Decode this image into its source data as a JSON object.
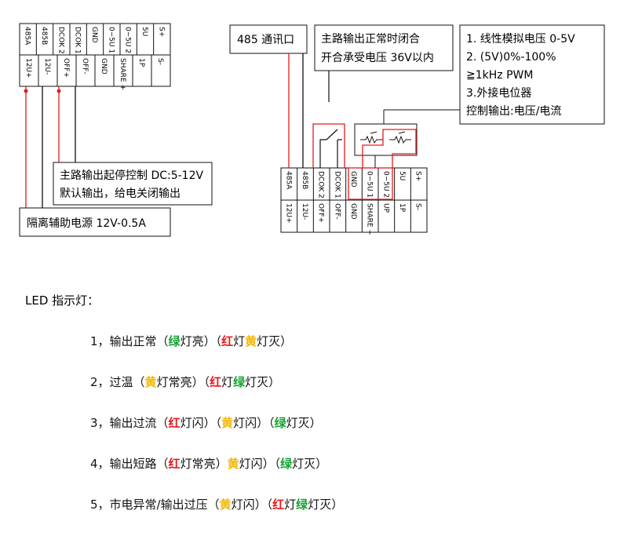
{
  "left_terminal": {
    "top": [
      "485A",
      "485B",
      "DCOK 2",
      "DCOK 1",
      "GND",
      "0~5U 1",
      "0~5U 2",
      "5U",
      "S+"
    ],
    "bottom": [
      "12U+",
      "12U-",
      "OFF+",
      "OFF-",
      "GND",
      "SHARE +",
      "1P",
      "S-"
    ]
  },
  "right_terminal": {
    "top": [
      "485A",
      "485B",
      "DCOK 2",
      "DCOK 1",
      "GND",
      "0~5U 1",
      "0~5U 2",
      "5U",
      "S+"
    ],
    "bottom": [
      "12U+",
      "12U-",
      "OFF+",
      "OFF-",
      "GND",
      "SHARE +",
      "UP",
      "1P",
      "S-"
    ]
  },
  "callouts": {
    "startstop": [
      "主路输出起停控制 DC:5-12V",
      "默认输出，给电关闭输出"
    ],
    "aux_power": "隔离辅助电源 12V-0.5A",
    "comm": "485 通讯口",
    "dcok": [
      "主路输出正常时闭合",
      "开合承受电压 36V以内"
    ],
    "control": [
      "1.  线性模拟电压 0-5V",
      "2.  (5V)0%-100%",
      "≧1kHz  PWM",
      "3.外接电位器",
      "控制输出:电压/电流"
    ]
  },
  "colors": {
    "red": "#e8191b",
    "green": "#12a330",
    "yellow": "#f2b705",
    "line": "#111111"
  },
  "led": {
    "title": "LED 指示灯：",
    "items": [
      [
        {
          "t": "1，输出正常（",
          "c": "black"
        },
        {
          "t": "绿",
          "c": "green"
        },
        {
          "t": "灯亮）（",
          "c": "black"
        },
        {
          "t": "红",
          "c": "red"
        },
        {
          "t": "灯",
          "c": "black"
        },
        {
          "t": "黄",
          "c": "yellow"
        },
        {
          "t": "灯灭）",
          "c": "black"
        }
      ],
      [
        {
          "t": "2，过温（",
          "c": "black"
        },
        {
          "t": "黄",
          "c": "yellow"
        },
        {
          "t": "灯常亮）（",
          "c": "black"
        },
        {
          "t": "红",
          "c": "red"
        },
        {
          "t": "灯",
          "c": "black"
        },
        {
          "t": "绿",
          "c": "green"
        },
        {
          "t": "灯灭）",
          "c": "black"
        }
      ],
      [
        {
          "t": "3，输出过流（",
          "c": "black"
        },
        {
          "t": "红",
          "c": "red"
        },
        {
          "t": "灯闪）（",
          "c": "black"
        },
        {
          "t": "黄",
          "c": "yellow"
        },
        {
          "t": "灯闪）（",
          "c": "black"
        },
        {
          "t": "绿",
          "c": "green"
        },
        {
          "t": "灯灭）",
          "c": "black"
        }
      ],
      [
        {
          "t": "4，输出短路（",
          "c": "black"
        },
        {
          "t": "红",
          "c": "red"
        },
        {
          "t": "灯常亮）",
          "c": "black"
        },
        {
          "t": "黄",
          "c": "yellow"
        },
        {
          "t": "灯闪）（",
          "c": "black"
        },
        {
          "t": "绿",
          "c": "green"
        },
        {
          "t": "灯灭）",
          "c": "black"
        }
      ],
      [
        {
          "t": "5，市电异常/输出过压（",
          "c": "black"
        },
        {
          "t": "黄",
          "c": "yellow"
        },
        {
          "t": "灯闪）（",
          "c": "black"
        },
        {
          "t": "红",
          "c": "red"
        },
        {
          "t": "灯",
          "c": "black"
        },
        {
          "t": "绿",
          "c": "green"
        },
        {
          "t": "灯灭）",
          "c": "black"
        }
      ]
    ]
  }
}
